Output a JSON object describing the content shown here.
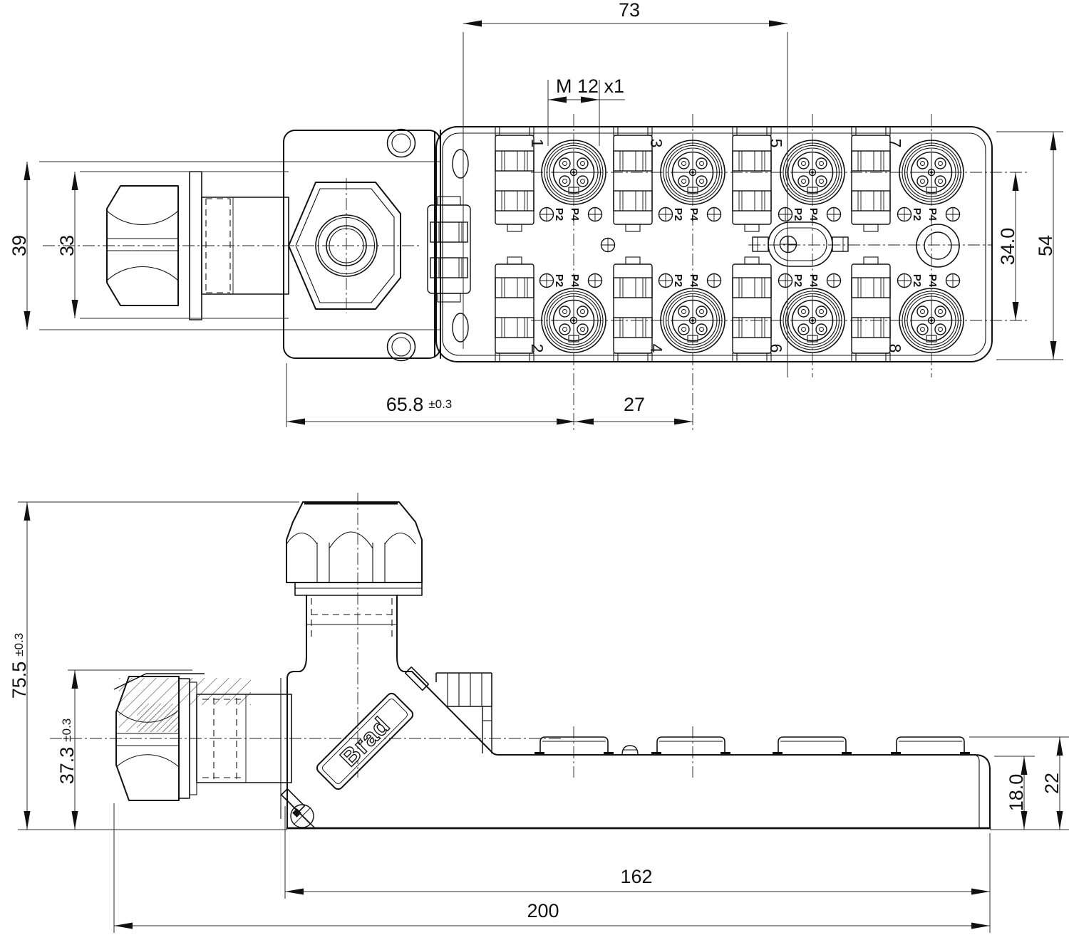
{
  "colors": {
    "background": "#ffffff",
    "geometry_line": "#111111",
    "dimension_line": "#2b2b2b"
  },
  "top_view": {
    "thread_label": "M 12 x1",
    "dimensions": {
      "mount_pitch": "73",
      "flange_height": "39",
      "gland_height": "33",
      "row_pitch": "34.0",
      "block_height": "54",
      "gland_length": {
        "value": "65.8",
        "tolerance": "±0.3"
      },
      "port_pitch": "27"
    },
    "ports": [
      {
        "number": "1",
        "led_left": "P2",
        "led_right": "P4"
      },
      {
        "number": "2",
        "led_left": "P2",
        "led_right": "P4"
      },
      {
        "number": "3",
        "led_left": "P2",
        "led_right": "P4"
      },
      {
        "number": "4",
        "led_left": "P2",
        "led_right": "P4"
      },
      {
        "number": "5",
        "led_left": "P2",
        "led_right": "P4"
      },
      {
        "number": "6",
        "led_left": "P2",
        "led_right": "P4"
      },
      {
        "number": "7",
        "led_left": "P2",
        "led_right": "P4"
      },
      {
        "number": "8",
        "led_left": "P2",
        "led_right": "P4"
      }
    ]
  },
  "side_view": {
    "logo_text": "Brad",
    "dimensions": {
      "overall_height": {
        "value": "75.5",
        "tolerance": "±0.3"
      },
      "connector_axis_height": {
        "value": "37.3",
        "tolerance": "±0.3"
      },
      "base_height": "18.0",
      "top_height": "22",
      "base_length": "162",
      "overall_length": "200"
    }
  }
}
